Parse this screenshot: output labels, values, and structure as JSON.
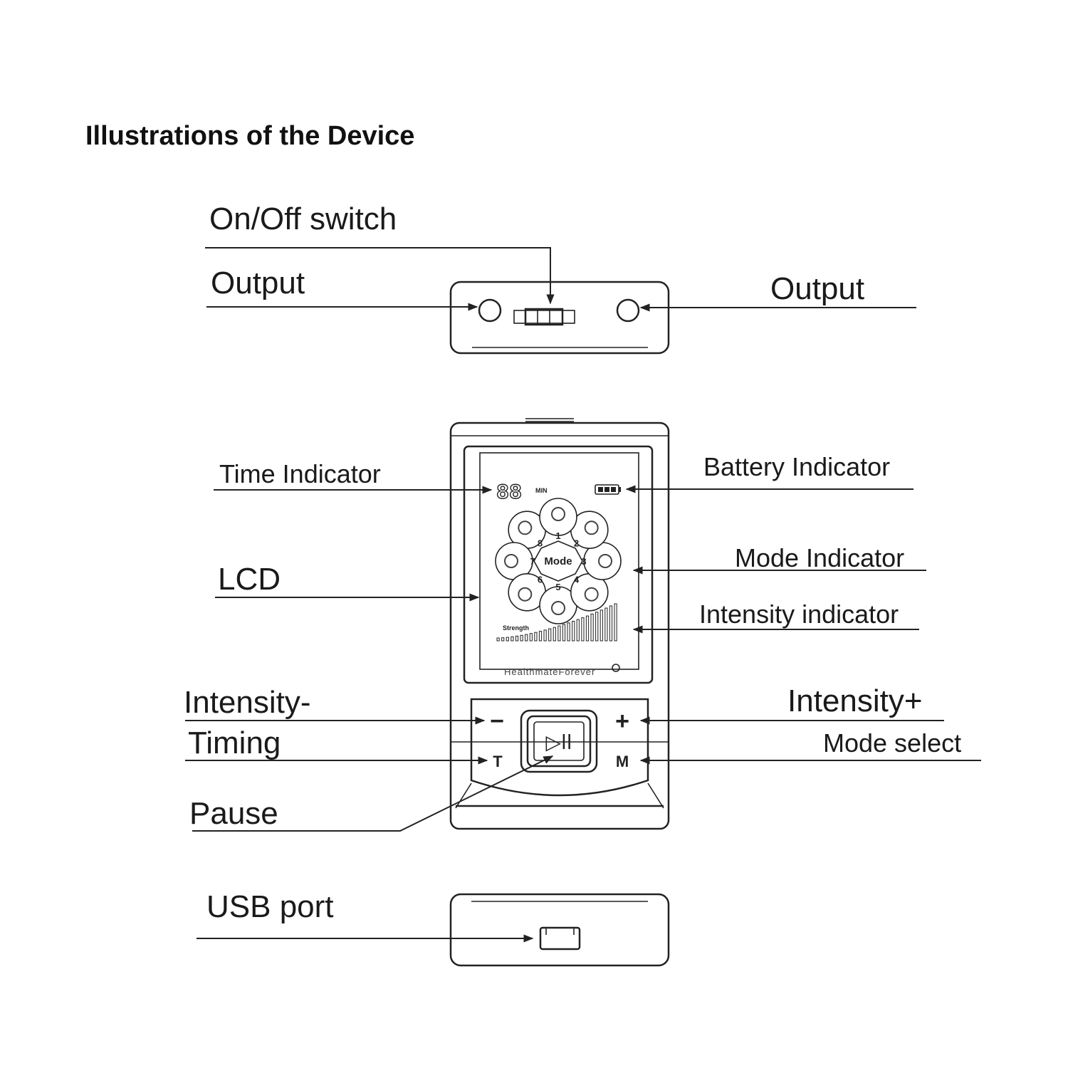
{
  "title": "Illustrations of the Device",
  "top_view": {
    "labels": {
      "switch": "On/Off  switch",
      "output_left": "Output",
      "output_right": "Output"
    }
  },
  "front_view": {
    "labels": {
      "time": "Time Indicator",
      "battery": "Battery Indicator",
      "lcd": "LCD",
      "mode": "Mode Indicator",
      "intensity": "Intensity indicator",
      "intensity_minus": "Intensity-",
      "intensity_plus": "Intensity+",
      "timing": "Timing",
      "mode_select": "Mode select",
      "pause": "Pause"
    },
    "lcd": {
      "time_digits": "88",
      "time_unit": "MIN",
      "mode_center": "Mode",
      "mode_numbers": [
        "1",
        "2",
        "3",
        "4",
        "5",
        "6",
        "7",
        "8"
      ],
      "strength_label": "Strength",
      "brand": "HealthmateForever"
    },
    "buttons": {
      "minus": "−",
      "plus": "+",
      "timing": "T",
      "mode": "M",
      "play_pause": "▷ll"
    }
  },
  "bottom_view": {
    "labels": {
      "usb": "USB  port"
    }
  }
}
